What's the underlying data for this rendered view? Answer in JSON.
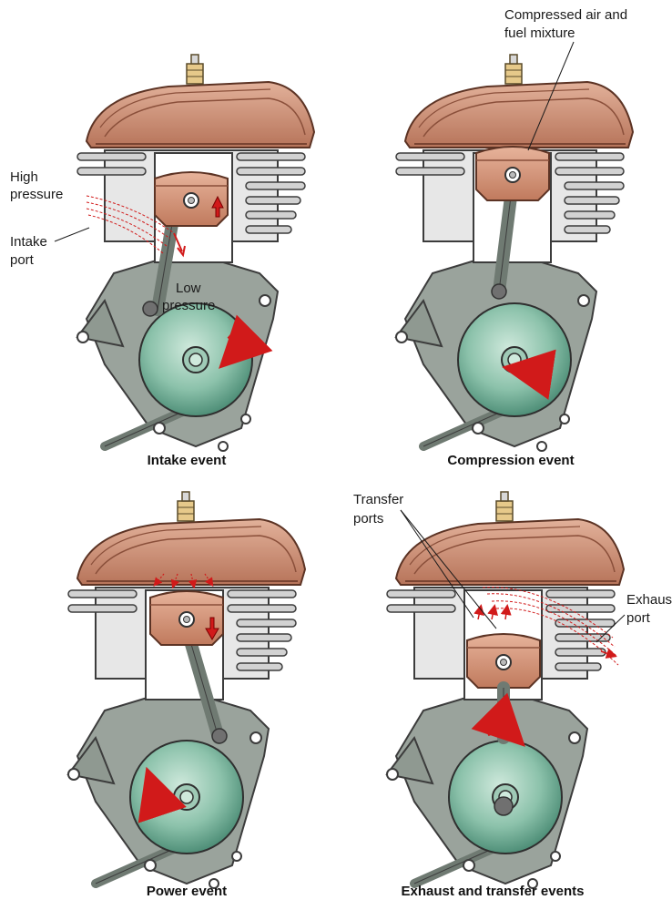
{
  "panels": [
    {
      "caption": "Intake event",
      "labels": {
        "high_1": "High",
        "high_2": "pressure",
        "intake_1": "Intake",
        "intake_2": "port",
        "low_1": "Low",
        "low_2": "pressure"
      }
    },
    {
      "caption": "Compression event",
      "labels": {
        "mix_1": "Compressed air and",
        "mix_2": "fuel mixture"
      }
    },
    {
      "caption": "Power event",
      "labels": {}
    },
    {
      "caption": "Exhaust and transfer events",
      "labels": {
        "transfer_1": "Transfer",
        "transfer_2": "ports",
        "exhaust_1": "Exhaust",
        "exhaust_2": "port"
      }
    }
  ],
  "colors": {
    "head": "#c98a70",
    "head_dark": "#9b5e48",
    "cylinder": "#d8d8d8",
    "frame": "#7f8a82",
    "crank": "#6fae96",
    "piston": "#d49478",
    "arrow": "#d11a1a",
    "plug": "#e6c98a"
  },
  "icons": [
    "spark-plug-icon",
    "motion-arrow-icon",
    "flow-arrow-icon"
  ]
}
